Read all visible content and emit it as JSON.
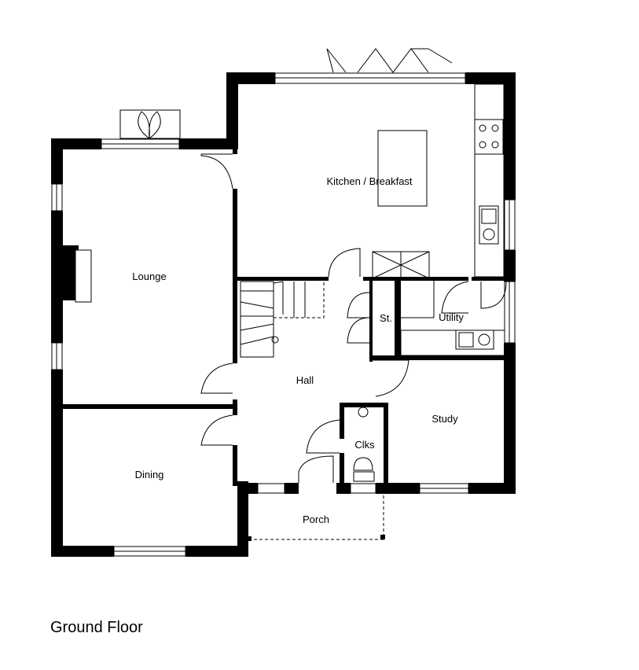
{
  "plan": {
    "title": "Ground Floor",
    "rooms": {
      "kitchen": "Kitchen / Breakfast",
      "lounge": "Lounge",
      "hall": "Hall",
      "store": "St.",
      "utility": "Utility",
      "study": "Study",
      "clks": "Clks",
      "dining": "Dining",
      "porch": "Porch"
    }
  }
}
